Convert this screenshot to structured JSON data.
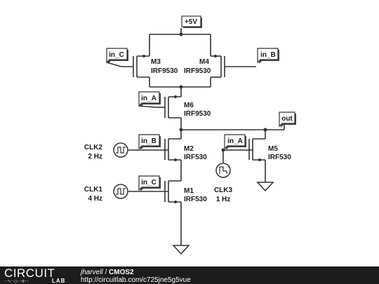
{
  "circuit": {
    "supply": "+5V",
    "output": "out",
    "transistors": [
      {
        "id": "M3",
        "part": "IRF9530"
      },
      {
        "id": "M4",
        "part": "IRF9530"
      },
      {
        "id": "M6",
        "part": "IRF9530"
      },
      {
        "id": "M2",
        "part": "IRF530"
      },
      {
        "id": "M1",
        "part": "IRF530"
      },
      {
        "id": "M5",
        "part": "IRF530"
      }
    ],
    "tags": {
      "m3_gate": "in_C",
      "m4_gate": "in_B",
      "m6_gate": "in_A",
      "m2_gate": "in_B",
      "m1_gate": "in_C",
      "m5_gate": "in_A"
    },
    "sources": [
      {
        "id": "CLK2",
        "freq": "2 Hz"
      },
      {
        "id": "CLK1",
        "freq": "4 Hz"
      },
      {
        "id": "CLK3",
        "freq": "1 Hz"
      }
    ]
  },
  "footer": {
    "logo_top": "CIRCUIT",
    "logo_bottom": "LAB",
    "author": "jharvell",
    "separator": " / ",
    "title": "CMOS2",
    "url": "http://circuitlab.com/c725jne5g5vue"
  }
}
